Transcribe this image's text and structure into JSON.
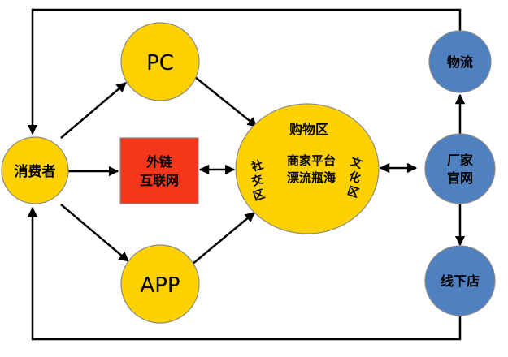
{
  "nodes": {
    "consumer": {
      "label": "消费者"
    },
    "pc": {
      "label": "PC"
    },
    "app": {
      "label": "APP"
    },
    "external": {
      "line1": "外链",
      "line2": "互联网"
    },
    "shopping": {
      "title": "购物区",
      "line1": "商家平台",
      "line2": "漂流瓶海",
      "left_zone": [
        "社",
        "交",
        "区"
      ],
      "right_zone": [
        "文",
        "化",
        "区"
      ]
    },
    "logistics": {
      "label": "物流"
    },
    "factory": {
      "line1": "厂家",
      "line2": "官网"
    },
    "store": {
      "label": "线下店"
    }
  },
  "colors": {
    "yellow": "#ffd100",
    "red": "#f4361b",
    "blue": "#4f80c0",
    "stroke": "#8a8a8a",
    "arrow": "#000000"
  }
}
